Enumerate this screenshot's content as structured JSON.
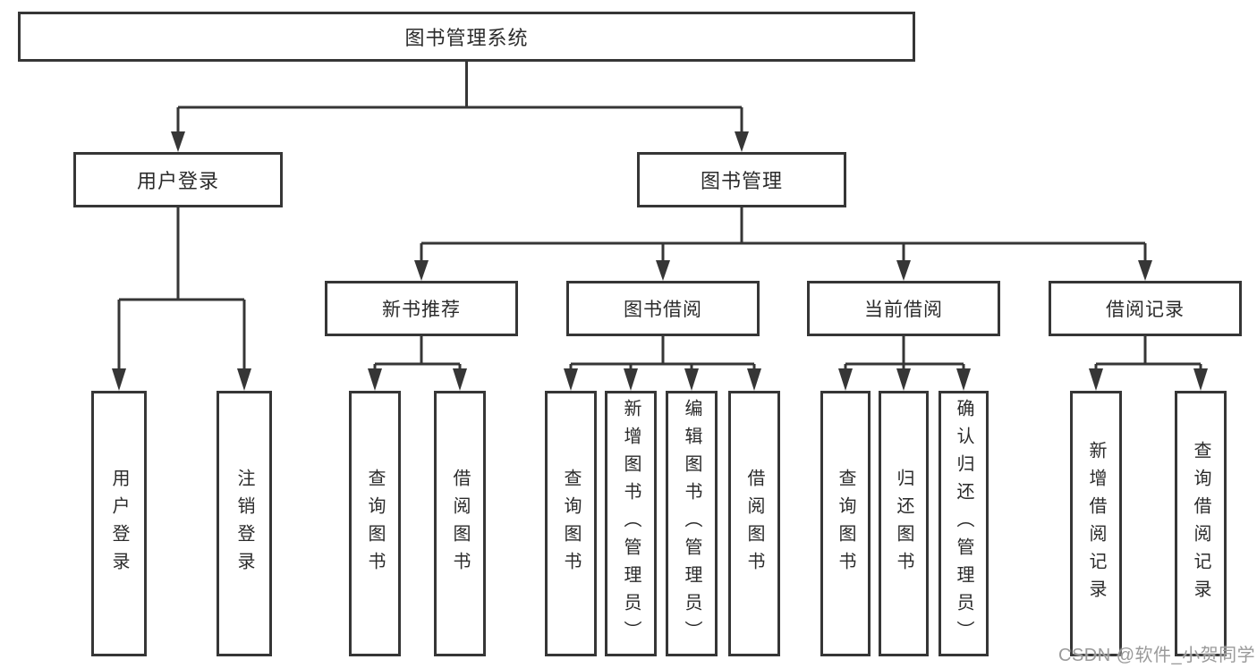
{
  "tree": {
    "label": "图书管理系统",
    "children": [
      {
        "label": "用户登录",
        "children": [
          {
            "label": "用户登录"
          },
          {
            "label": "注销登录"
          }
        ]
      },
      {
        "label": "图书管理",
        "children": [
          {
            "label": "新书推荐",
            "children": [
              {
                "label": "查询图书"
              },
              {
                "label": "借阅图书"
              }
            ]
          },
          {
            "label": "图书借阅",
            "children": [
              {
                "label": "查询图书"
              },
              {
                "label": "新增图书（管理员）"
              },
              {
                "label": "编辑图书（管理员）"
              },
              {
                "label": "借阅图书"
              }
            ]
          },
          {
            "label": "当前借阅",
            "children": [
              {
                "label": "查询图书"
              },
              {
                "label": "归还图书"
              },
              {
                "label": "确认归还（管理员）"
              }
            ]
          },
          {
            "label": "借阅记录",
            "children": [
              {
                "label": "新增借阅记录"
              },
              {
                "label": "查询借阅记录"
              }
            ]
          }
        ]
      }
    ]
  },
  "watermark": "CSDN @软件_小贺同学",
  "colors": {
    "line": "#363636",
    "text": "#2b2b2b",
    "background": "#ffffff",
    "watermark": "#9a9a9a"
  }
}
